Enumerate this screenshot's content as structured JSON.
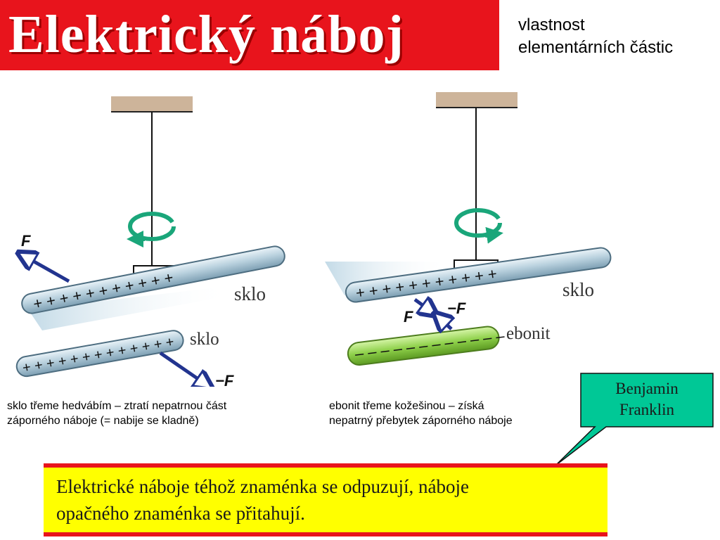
{
  "title": "Elektrický náboj",
  "subtitle": {
    "line1": "vlastnost",
    "line2": "elementárních částic"
  },
  "left_panel": {
    "upper_rod_label": "sklo",
    "lower_rod_label": "sklo",
    "force_upper": "F",
    "force_lower": "−F",
    "charges_upper": "+ + + + + + + + + + +",
    "charges_lower": "+ + + + + + + + + + + + +",
    "caption_line1": "sklo třeme  hedvábím – ztratí nepatrnou část",
    "caption_line2": "záporného náboje (= nabije se kladně)"
  },
  "right_panel": {
    "upper_rod_label": "sklo",
    "lower_rod_label": "ebonit",
    "force_left": "F",
    "force_right": "−F",
    "charges_upper": "+ + + + + + + + + + +",
    "charges_lower": "– – – – – – – – – – – –",
    "caption_line1": "ebonit třeme  kožešinou – získá",
    "caption_line2": "nepatrný přebytek záporného náboje"
  },
  "callout": {
    "line1": "Benjamin",
    "line2": "Franklin"
  },
  "rule": {
    "line1": "Elektrické náboje téhož znaménka se odpuzují, náboje",
    "line2": "opačného znaménka se přitahují."
  },
  "colors": {
    "title_bg": "#e8141c",
    "rule_bg": "#ffff00",
    "callout_bg": "#00c896",
    "rotation_arrow": "#1aa67a",
    "force_arrow": "#22348f",
    "glass_rod": "#a8c4d4",
    "ebonite_rod": "#8ed04a",
    "ceiling": "#cdb49a"
  },
  "icons": {
    "rotation": "rotation-arrow-icon",
    "force": "force-arrow-icon"
  }
}
